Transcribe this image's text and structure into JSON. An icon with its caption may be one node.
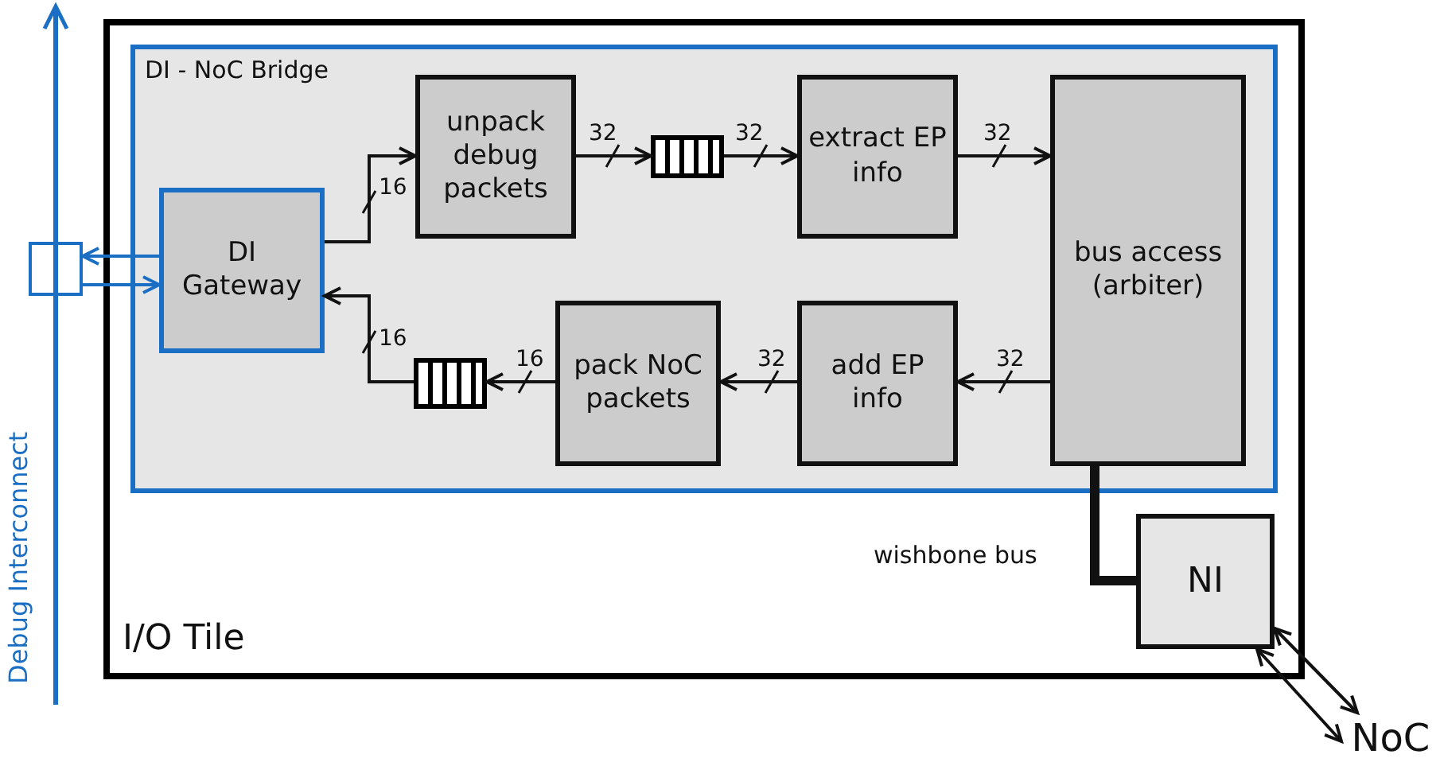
{
  "diagram": {
    "nodes": [
      {
        "text": [
          "I/O Tile"
        ]
      },
      {
        "text": [
          "DI - NoC Bridge"
        ],
        "in": 0
      },
      {
        "text": [
          "unpack debug packets"
        ],
        "in": 1
      },
      {
        "text": [],
        "shape": "queue",
        "in": 1
      },
      {
        "text": [
          "extract EP info"
        ],
        "in": 1
      },
      {
        "text": [
          "bus access (arbiter)"
        ],
        "in": 1
      },
      {
        "text": [
          "DI Gateway"
        ],
        "in": 1
      },
      {
        "text": [],
        "shape": "queue",
        "in": 1
      },
      {
        "text": [
          "pack NoC packets"
        ],
        "in": 1
      },
      {
        "text": [
          "add EP info"
        ],
        "in": 1
      },
      {
        "text": [
          "NI"
        ],
        "in": 0
      },
      {
        "text": [
          "NoC"
        ]
      },
      {
        "text": [],
        "shape": "box"
      }
    ],
    "edges": [
      {
        "from": 6,
        "to": 2,
        "arrow": "to",
        "label": "16"
      },
      {
        "from": 2,
        "to": 3,
        "arrow": "to",
        "label": "32"
      },
      {
        "from": 3,
        "to": 4,
        "arrow": "to",
        "label": "32"
      },
      {
        "from": 4,
        "to": 5,
        "arrow": "to",
        "label": "32"
      },
      {
        "from": 5,
        "to": 9,
        "arrow": "to",
        "label": "32"
      },
      {
        "from": 9,
        "to": 8,
        "arrow": "to",
        "label": "32"
      },
      {
        "from": 8,
        "to": 7,
        "arrow": "to",
        "label": "16"
      },
      {
        "from": 7,
        "to": 6,
        "arrow": "to",
        "label": "16"
      },
      {
        "from": 5,
        "to": 10,
        "arrow": "none",
        "label": "wishbone bus",
        "style": "thick"
      },
      {
        "from": 10,
        "to": 11,
        "arrow": "both"
      },
      {
        "from": 10,
        "to": 11,
        "arrow": "both"
      },
      {
        "from": 6,
        "to": 12,
        "arrow": "to",
        "color": "#1a6fc4"
      },
      {
        "from": 12,
        "to": 6,
        "arrow": "to",
        "color": "#1a6fc4"
      }
    ],
    "labels": [
      "Debug Interconnect"
    ]
  }
}
